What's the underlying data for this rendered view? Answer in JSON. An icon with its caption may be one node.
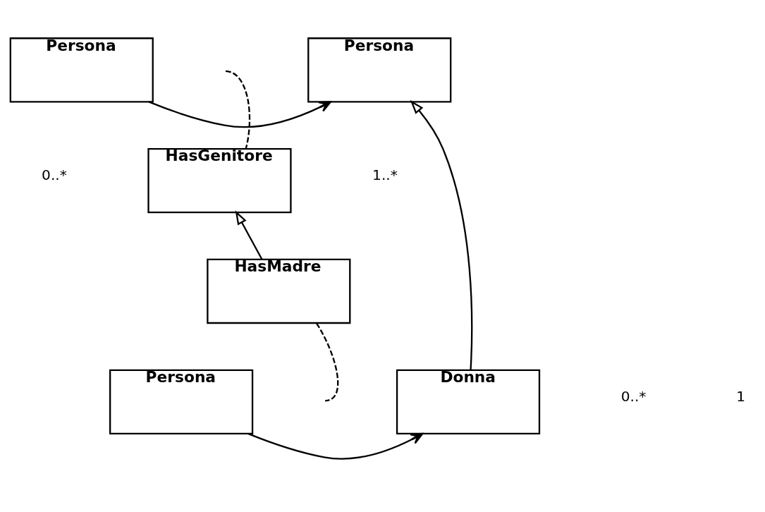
{
  "diagram": {
    "nodes": [
      {
        "text": [
          "Persona"
        ]
      },
      {
        "text": [
          "Persona"
        ]
      },
      {
        "text": [
          "HasGenitore"
        ]
      },
      {
        "text": [
          "HasMadre"
        ]
      },
      {
        "text": [
          "Persona"
        ]
      },
      {
        "text": [
          "Donna"
        ]
      }
    ],
    "edges": [
      {
        "from": 0,
        "to": 1,
        "arrow": "to"
      },
      {
        "from": null,
        "to": 2,
        "arrow": "none",
        "style": "dashed"
      },
      {
        "from": 3,
        "to": 2,
        "arrow": "to"
      },
      {
        "from": 5,
        "to": 1,
        "arrow": "to"
      },
      {
        "from": 4,
        "to": 5,
        "arrow": "to"
      },
      {
        "from": 3,
        "to": null,
        "arrow": "none",
        "style": "dashed"
      }
    ],
    "labels": [
      "0..*",
      "1..*",
      "0..*",
      "1"
    ]
  }
}
